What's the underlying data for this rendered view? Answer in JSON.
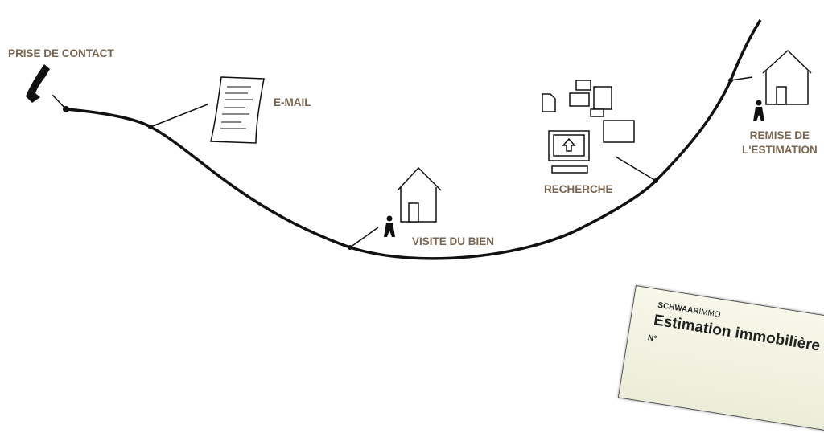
{
  "steps": {
    "contact": "PRISE DE CONTACT",
    "email": "E-MAIL",
    "visit": "VISITE DU BIEN",
    "research": "RECHERCHE",
    "delivery_line1": "REMISE DE",
    "delivery_line2": "L'ESTIMATION"
  },
  "card": {
    "brand_bold": "SCHWAAR",
    "brand_light": "IMMO",
    "title": "Estimation immobilière",
    "number_label": "N°"
  },
  "colors": {
    "label": "#7b6550",
    "line": "#111111"
  }
}
